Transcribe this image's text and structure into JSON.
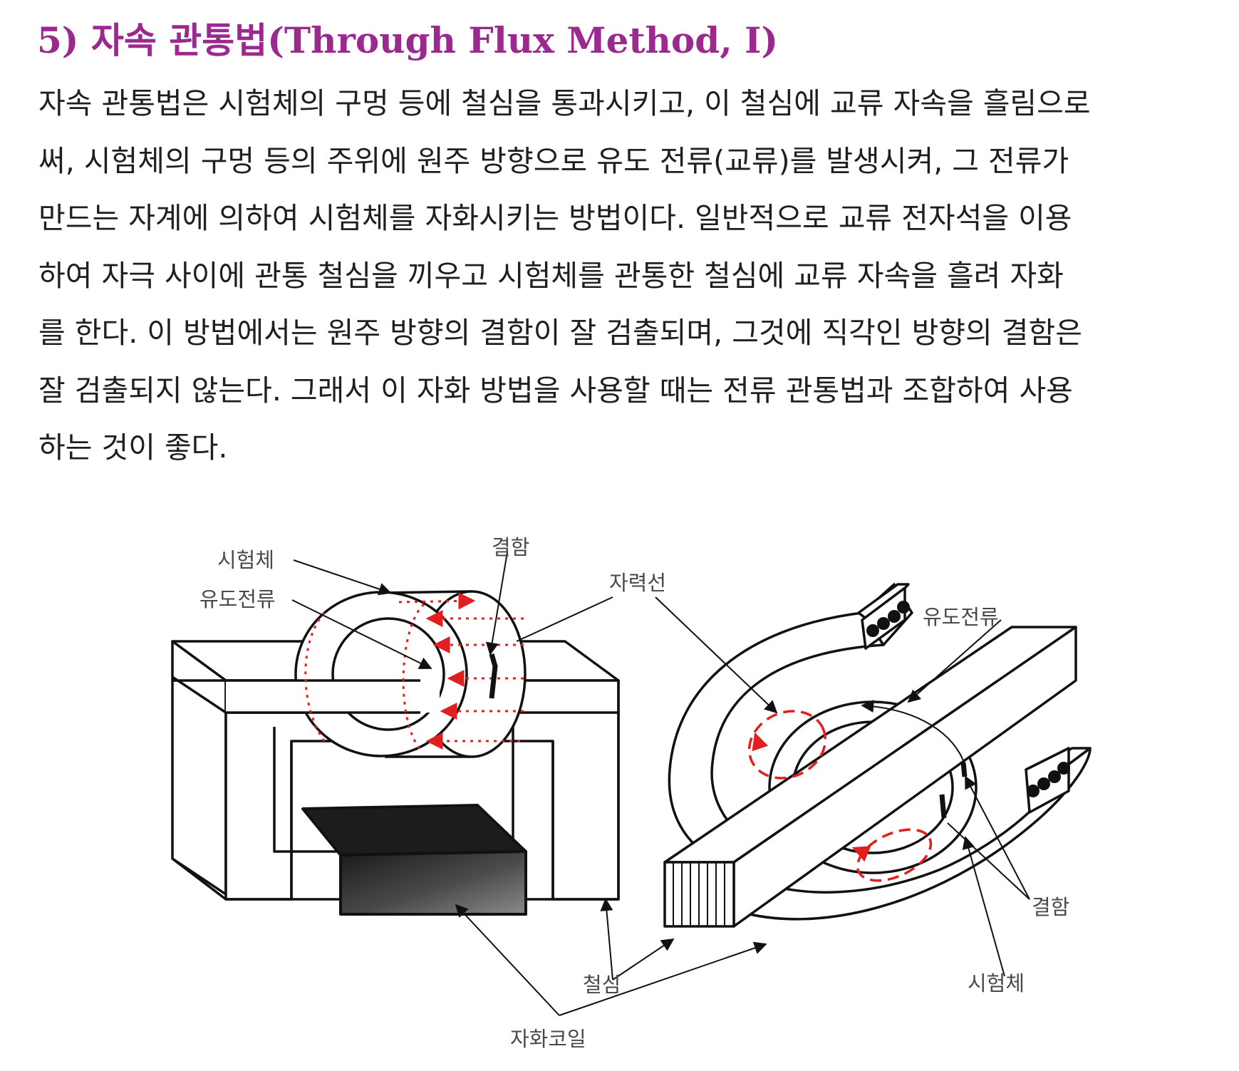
{
  "heading": "5) 자속 관통법(Through Flux Method, I)",
  "paragraph_lines": [
    "자속 관통법은 시험체의 구멍 등에 철심을 통과시키고, 이 철심에 교류 자속을 흘림으로",
    "써, 시험체의 구멍 등의 주위에 원주 방향으로 유도 전류(교류)를 발생시켜, 그 전류가",
    "만드는 자계에 의하여 시험체를 자화시키는 방법이다. 일반적으로 교류 전자석을 이용",
    "하여 자극 사이에 관통 철심을 끼우고 시험체를 관통한 철심에 교류 자속을 흘려 자화",
    "를 한다. 이 방법에서는 원주 방향의 결함이 잘 검출되며, 그것에 직각인 방향의 결함은",
    "잘 검출되지 않는다. 그래서 이 자화 방법을 사용할 때는 전류 관통법과 조합하여 사용",
    "하는 것이 좋다."
  ],
  "figure": {
    "labels": {
      "left_specimen": "시험체",
      "left_induced_current": "유도전류",
      "left_defect": "결함",
      "flux_line": "자력선",
      "right_induced_current": "유도전류",
      "right_defect": "결함",
      "right_specimen": "시험체",
      "iron_core": "철심",
      "magnetizing_coil": "자화코일"
    }
  }
}
